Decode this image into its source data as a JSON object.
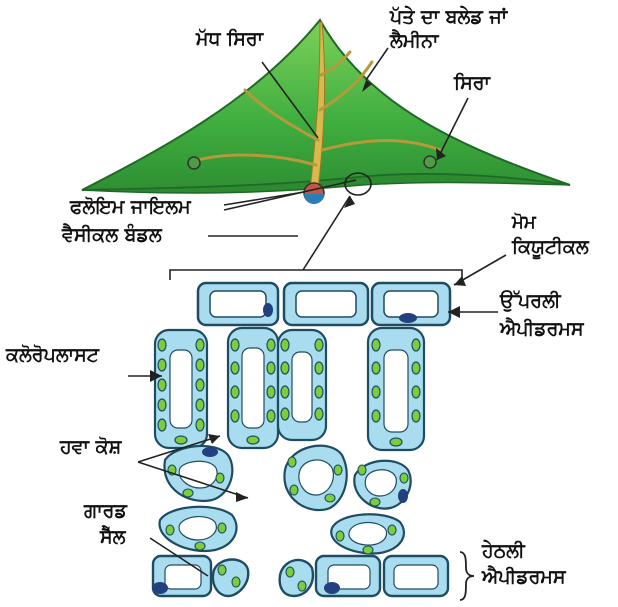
{
  "labels": {
    "midrib": "ਮੱਧ ਸਿਰਾ",
    "blade_line1": "ਪੱਤੇ ਦਾ ਬਲੇਡ ਜਾਂ",
    "blade_line2": "ਲੈਮੀਨਾ",
    "vein": "ਸਿਰਾ",
    "phloem_xylem": "ਫਲੋਇਮ ਜਾਇਲਮ",
    "vascular_bundle": "ਵੈਸੀਕਲ ਬੰਡਲ",
    "cuticle_line1": "ਮੋਮ",
    "cuticle_line2": "ਕਿਯੂਟੀਕਲ",
    "upper_epidermis_line1": "ਉੱਪਰਲੀ",
    "upper_epidermis_line2": "ਐਪੀਡਰਮਸ",
    "chloroplast": "ਕਲੋਰੋਪਲਾਸਟ",
    "air_space": "ਹਵਾ ਕੋਸ਼",
    "guard_cell_line1": "ਗਾਰਡ",
    "guard_cell_line2": "ਸੈੱਲ",
    "lower_epidermis_line1": "ਹੇਠਲੀ",
    "lower_epidermis_line2": "ਐਪੀਡਰਮਸ"
  },
  "colors": {
    "leaf_green": "#3fae3f",
    "leaf_dark": "#1f7a2a",
    "midrib": "#d4b24a",
    "cell_fill": "#a8dcee",
    "cell_outline": "#1e4d63",
    "chloroplast_fill": "#7ccd3a",
    "nucleus": "#23407f"
  }
}
